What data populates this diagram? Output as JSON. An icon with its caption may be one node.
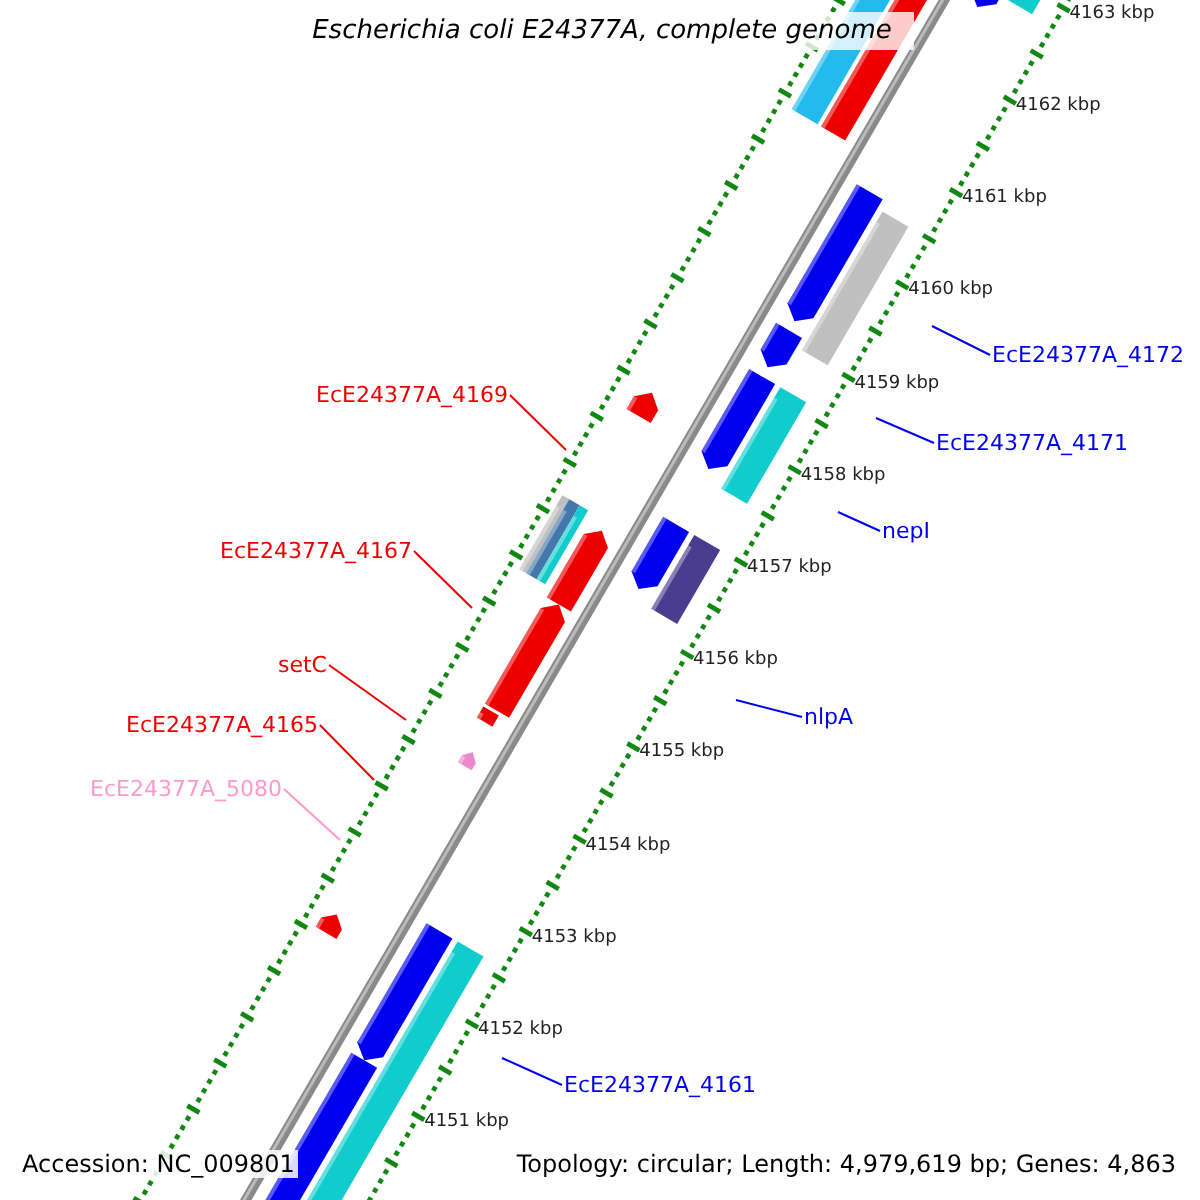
{
  "diagram": {
    "title": "Escherichia coli E24377A, complete genome",
    "nodes": [
      {
        "text": [
          "EcE24377A_4172"
        ]
      },
      {
        "text": [
          "EcE24377A_4169"
        ]
      },
      {
        "text": [
          "EcE24377A_4171"
        ]
      },
      {
        "text": [
          "nepI"
        ]
      },
      {
        "text": [
          "EcE24377A_4167"
        ]
      },
      {
        "text": [
          "setC"
        ]
      },
      {
        "text": [
          "nlpA"
        ]
      },
      {
        "text": [
          "EcE24377A_4165"
        ]
      },
      {
        "text": [
          "EcE24377A_5080"
        ]
      },
      {
        "text": [
          "EcE24377A_4161"
        ]
      }
    ],
    "edges": [
      {
        "from": 0,
        "to": null,
        "arrow": "none",
        "color": "#0000ee"
      },
      {
        "from": 1,
        "to": null,
        "arrow": "none",
        "color": "#ee0000"
      },
      {
        "from": 2,
        "to": null,
        "arrow": "none",
        "color": "#0000ee"
      },
      {
        "from": 3,
        "to": null,
        "arrow": "none",
        "color": "#0000ee"
      },
      {
        "from": 4,
        "to": null,
        "arrow": "none",
        "color": "#ee0000"
      },
      {
        "from": 5,
        "to": null,
        "arrow": "none",
        "color": "#ee0000"
      },
      {
        "from": 6,
        "to": null,
        "arrow": "none",
        "color": "#0000ee"
      },
      {
        "from": 7,
        "to": null,
        "arrow": "none",
        "color": "#ee0000"
      },
      {
        "from": 8,
        "to": null,
        "arrow": "none",
        "color": "#ff99cc"
      },
      {
        "from": 9,
        "to": null,
        "arrow": "none",
        "color": "#0000ee"
      }
    ],
    "labels": [
      "4163 kbp",
      "4162 kbp",
      "4161 kbp",
      "4160 kbp",
      "4159 kbp",
      "4158 kbp",
      "4157 kbp",
      "4156 kbp",
      "4155 kbp",
      "4154 kbp",
      "4153 kbp",
      "4152 kbp",
      "4151 kbp",
      "Accession: NC_009801",
      "Topology: circular; Length: 4,979,619 bp; Genes: 4,863"
    ]
  }
}
